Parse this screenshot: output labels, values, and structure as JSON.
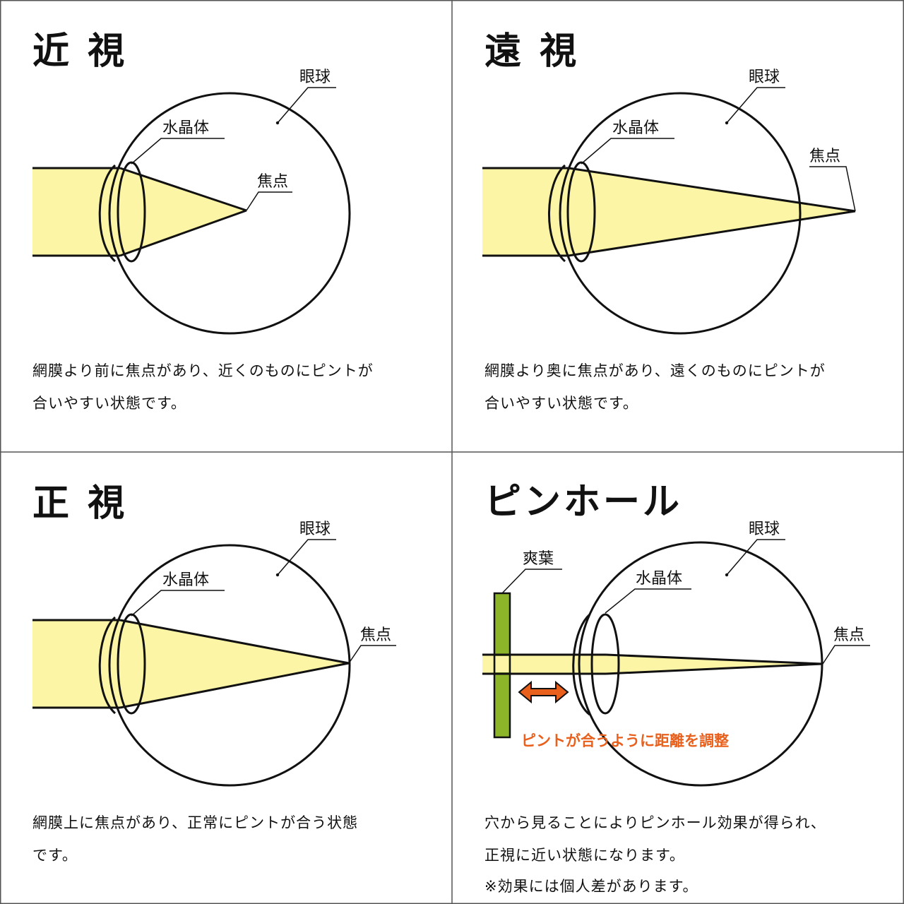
{
  "colors": {
    "beam": "#fcf5a5",
    "stroke": "#111111",
    "divider": "#555555",
    "leaf": "#8cb52a",
    "accent": "#e8601c"
  },
  "panels": {
    "myopia": {
      "title": "近 視",
      "eyeball_label": "眼球",
      "lens_label": "水晶体",
      "focus_label": "焦点",
      "caption": [
        "網膜より前に焦点があり、近くのものにピントが",
        "合いやすい状態です。"
      ]
    },
    "hyperopia": {
      "title": "遠 視",
      "eyeball_label": "眼球",
      "lens_label": "水晶体",
      "focus_label": "焦点",
      "caption": [
        "網膜より奥に焦点があり、遠くのものにピントが",
        "合いやすい状態です。"
      ]
    },
    "normal": {
      "title": "正 視",
      "eyeball_label": "眼球",
      "lens_label": "水晶体",
      "focus_label": "焦点",
      "caption": [
        "網膜上に焦点があり、正常にピントが合う状態",
        "です。"
      ]
    },
    "pinhole": {
      "title": "ピンホール",
      "eyeball_label": "眼球",
      "lens_label": "水晶体",
      "focus_label": "焦点",
      "leaf_label": "爽葉",
      "distance_note": "ピントが合うように距離を調整",
      "caption": [
        "穴から見ることによりピンホール効果が得られ、",
        "正視に近い状態になります。",
        "※効果には個人差があります。"
      ]
    }
  }
}
